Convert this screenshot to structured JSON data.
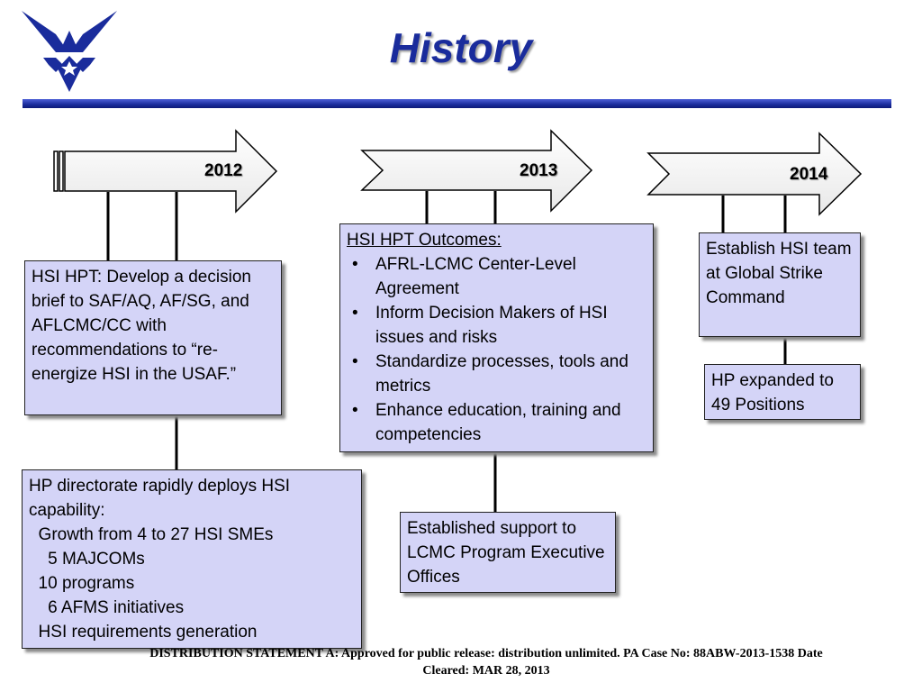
{
  "title": "History",
  "colors": {
    "title": "#1a2c9c",
    "rule": "#1a2c9c",
    "box_fill": "#d4d4f7",
    "logo": "#1a2c9c"
  },
  "logo": {
    "icon": "air-force-wings-icon"
  },
  "timeline": {
    "years": [
      "2012",
      "2013",
      "2014"
    ]
  },
  "boxes": {
    "hsi_hpt_2012": "HSI HPT: Develop a decision brief to SAF/AQ, AF/SG, and AFLCMC/CC with recommendations to “re-energize HSI in the USAF.”",
    "hp_directorate": {
      "heading": "HP directorate rapidly deploys HSI capability:",
      "lines": [
        "  Growth from 4 to 27 HSI SMEs",
        "    5 MAJCOMs",
        "  10 programs",
        "    6 AFMS initiatives",
        "  HSI requirements generation"
      ]
    },
    "outcomes": {
      "heading": "HSI HPT Outcomes:",
      "items": [
        "AFRL-LCMC Center-Level Agreement",
        "Inform Decision Makers of HSI issues and risks",
        "Standardize processes, tools and metrics",
        "Enhance education, training and competencies"
      ]
    },
    "support": "Established support to LCMC Program Executive Offices",
    "global_strike": "Establish HSI team at Global Strike Command",
    "hp_expanded": "HP expanded to 49  Positions"
  },
  "footer": "DISTRIBUTION STATEMENT A:  Approved for public release: distribution unlimited.  PA Case No: 88ABW-2013-1538 Date Cleared: MAR 28, 2013"
}
